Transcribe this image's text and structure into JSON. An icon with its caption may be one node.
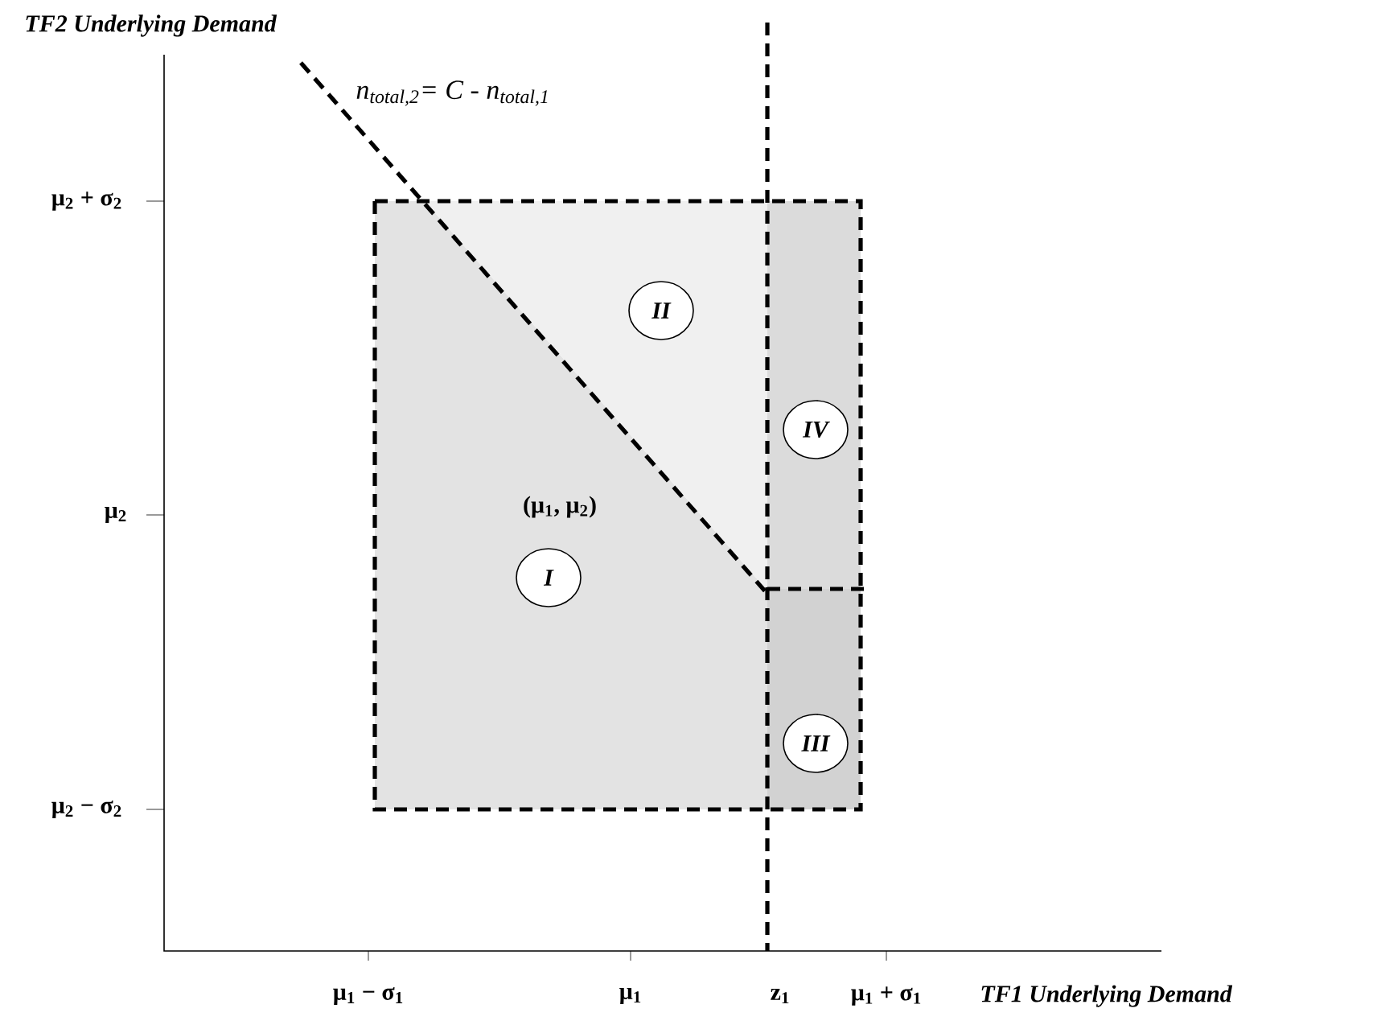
{
  "diagram": {
    "nodes": [
      {
        "text": [
          "II"
        ]
      },
      {
        "text": [
          "IV"
        ]
      },
      {
        "text": [
          "I"
        ]
      },
      {
        "text": [
          "III"
        ]
      }
    ],
    "labels": [
      "TF2 Underlying Demand",
      "n$_{total,2}$= C - n$_{total,1}$",
      "μ$_{2}$ + σ$_{2}$",
      "μ$_{2}$",
      "(μ$_{1}$, μ$_{2}$)",
      "μ$_{2}$ − σ$_{2}$",
      "μ$_{1}$ − σ$_{1}$",
      "μ$_{1}$",
      "z$_{1}$",
      "μ$_{1}$ + σ$_{1}$",
      "TF1 Underlying Demand"
    ]
  }
}
